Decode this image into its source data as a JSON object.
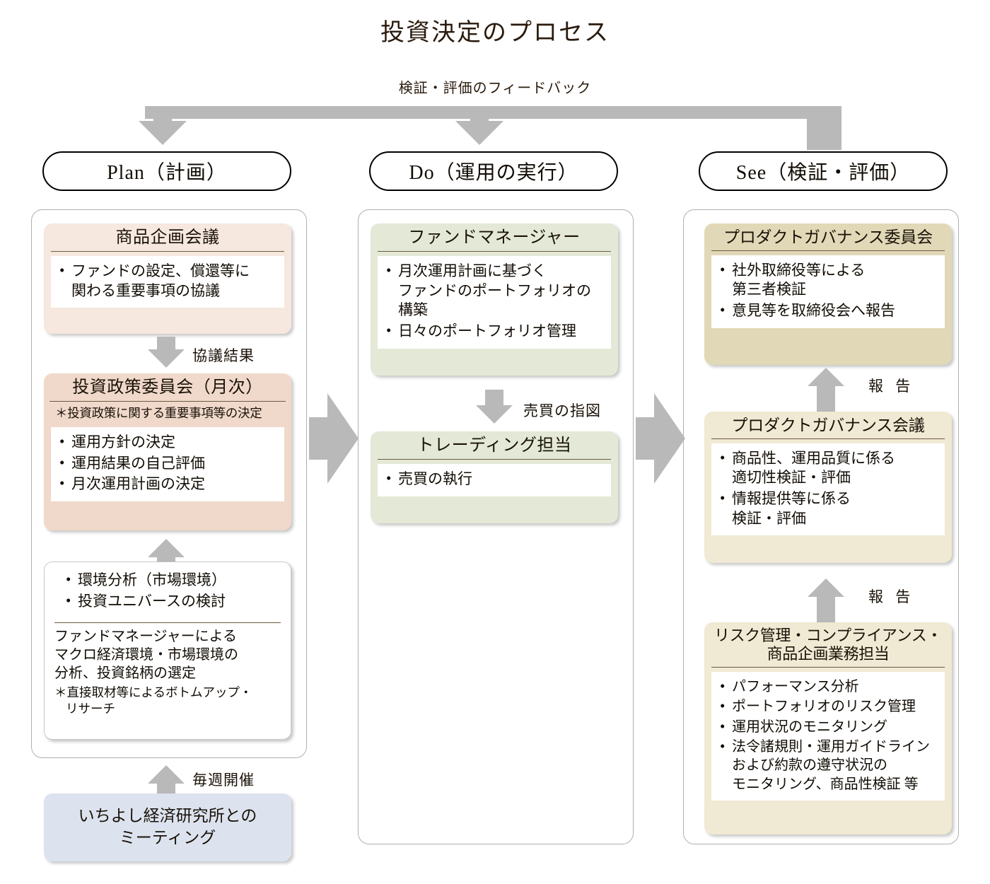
{
  "title": "投資決定のプロセス",
  "feedback": {
    "label": "検証・評価のフィードバック"
  },
  "phases": [
    {
      "id": "plan",
      "pill": "Plan（計画）"
    },
    {
      "id": "do",
      "pill": "Do（運用の実行）"
    },
    {
      "id": "see",
      "pill": "See（検証・評価）"
    }
  ],
  "plan": {
    "product_meeting": {
      "title": "商品企画会議",
      "bullets": [
        "ファンドの設定、償還等に",
        "関わる重要事項の協議"
      ]
    },
    "arrow_consult_label": "協議結果",
    "policy_committee": {
      "title": "投資政策委員会（月次）",
      "note": "＊投資政策に関する重要事項等の決定",
      "bullets": [
        "運用方針の決定",
        "運用結果の自己評価",
        "月次運用計画の決定"
      ]
    },
    "analysis": {
      "bullets": [
        "環境分析（市場環境）",
        "投資ユニバースの検討"
      ],
      "paragraph": [
        "ファンドマネージャーによる",
        "マクロ経済環境・市場環境の",
        "分析、投資銘柄の選定"
      ],
      "note": [
        "＊直接取材等によるボトムアップ・",
        "リサーチ"
      ]
    },
    "weekly_label": "毎週開催",
    "research_meeting": {
      "lines": [
        "いちよし経済研究所との",
        "ミーティング"
      ]
    }
  },
  "do": {
    "fund_manager": {
      "title": "ファンドマネージャー",
      "bullets": [
        "月次運用計画に基づく",
        "日々のポートフォリオ管理"
      ],
      "bullet1_cont": [
        "ファンドのポートフォリオの",
        "構築"
      ]
    },
    "order_label": "売買の指図",
    "trading": {
      "title": "トレーディング担当",
      "bullets": [
        "売買の執行"
      ]
    }
  },
  "see": {
    "governance_committee": {
      "title": "プロダクトガバナンス委員会",
      "bullets": [
        "社外取締役等による",
        "意見等を取締役会へ報告"
      ],
      "bullet1_cont": [
        "第三者検証"
      ]
    },
    "report_label_1": "報 告",
    "governance_meeting": {
      "title": "プロダクトガバナンス会議",
      "bullets": [
        "商品性、運用品質に係る",
        "情報提供等に係る"
      ],
      "bullet1_cont": [
        "適切性検証・評価"
      ],
      "bullet2_cont": [
        "検証・評価"
      ]
    },
    "report_label_2": "報 告",
    "risk_compliance": {
      "title_line1": "リスク管理・コンプライアンス・",
      "title_line2": "商品企画業務担当",
      "bullets": [
        "パフォーマンス分析",
        "ポートフォリオのリスク管理",
        "運用状況のモニタリング",
        "法令諸規則・運用ガイドライン"
      ],
      "bullet4_cont": [
        "および約款の遵守状況の",
        "モニタリング、商品性検証 等"
      ]
    }
  },
  "colors": {
    "peach": "#f6e8df",
    "pink": "#f0d9cb",
    "green": "#e3e9d6",
    "tan": "#e1d8b7",
    "cream": "#f0e9d3",
    "blue": "#dce3ef",
    "arrow_gray": "#b9b9b9"
  }
}
